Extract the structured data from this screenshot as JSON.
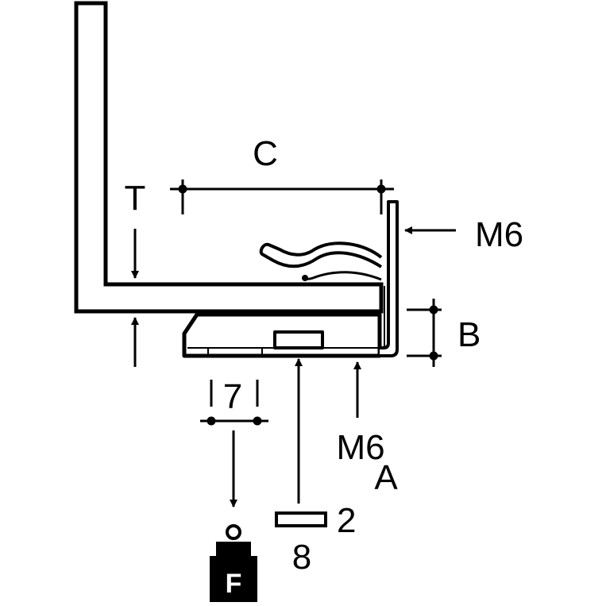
{
  "labels": {
    "c": "C",
    "t": "T",
    "m6_right": "M6",
    "b": "B",
    "seven": "7",
    "m6_bottom": "M6",
    "a": "A",
    "two": "2",
    "eight": "8"
  },
  "weight_symbol": "F",
  "colors": {
    "ink": "#000000",
    "paper": "#ffffff"
  }
}
